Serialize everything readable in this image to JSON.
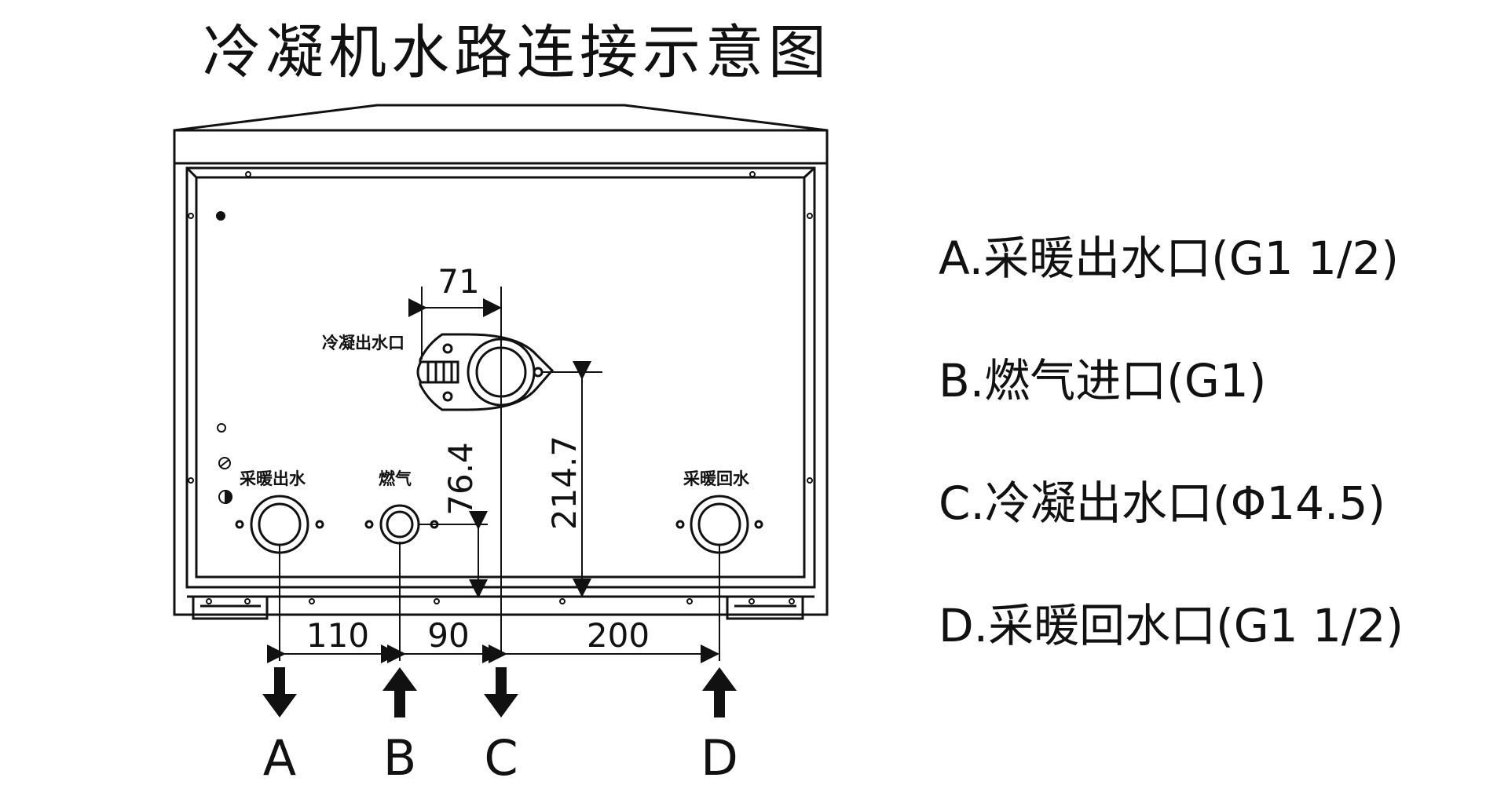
{
  "title": "冷凝机水路连接示意图",
  "dimensions": {
    "width_top": "71",
    "height_left": "76.4",
    "height_right": "214.7",
    "bottom_1": "110",
    "bottom_2": "90",
    "bottom_3": "200"
  },
  "connections": {
    "condensate_label": "冷凝出水口",
    "heating_outlet_label": "采暖出水",
    "gas_label": "燃气",
    "heating_return_label": "采暖回水"
  },
  "markers": {
    "a": "A",
    "b": "B",
    "c": "C",
    "d": "D"
  },
  "legend": {
    "items": [
      "A.采暖出水口(G1  1/2)",
      "B.燃气进口(G1)",
      "C.冷凝出水口(Φ14.5)",
      "D.采暖回水口(G1  1/2)"
    ]
  },
  "colors": {
    "stroke": "#111111",
    "background": "#ffffff"
  },
  "icons": {
    "down_arrow": "down-arrow-icon",
    "up_arrow": "up-arrow-icon"
  }
}
